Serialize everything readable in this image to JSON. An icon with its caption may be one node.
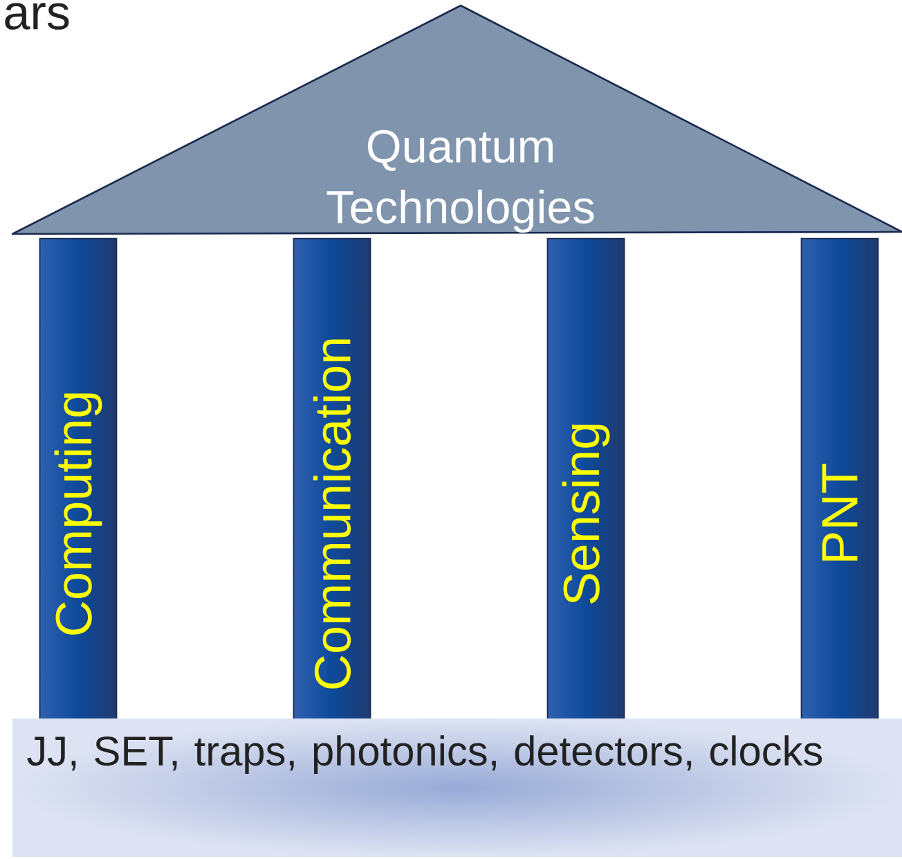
{
  "diagram": {
    "nodes": [
      {
        "text": [
          "Quantum Technologies"
        ]
      },
      {
        "text": [
          "Computing"
        ]
      },
      {
        "text": [
          "Communication"
        ]
      },
      {
        "text": [
          "Sensing"
        ]
      },
      {
        "text": [
          "PNT"
        ]
      },
      {
        "text": [
          "JJ, SET, traps, photonics, detectors, clocks"
        ]
      }
    ],
    "labels": [
      "ars"
    ]
  }
}
